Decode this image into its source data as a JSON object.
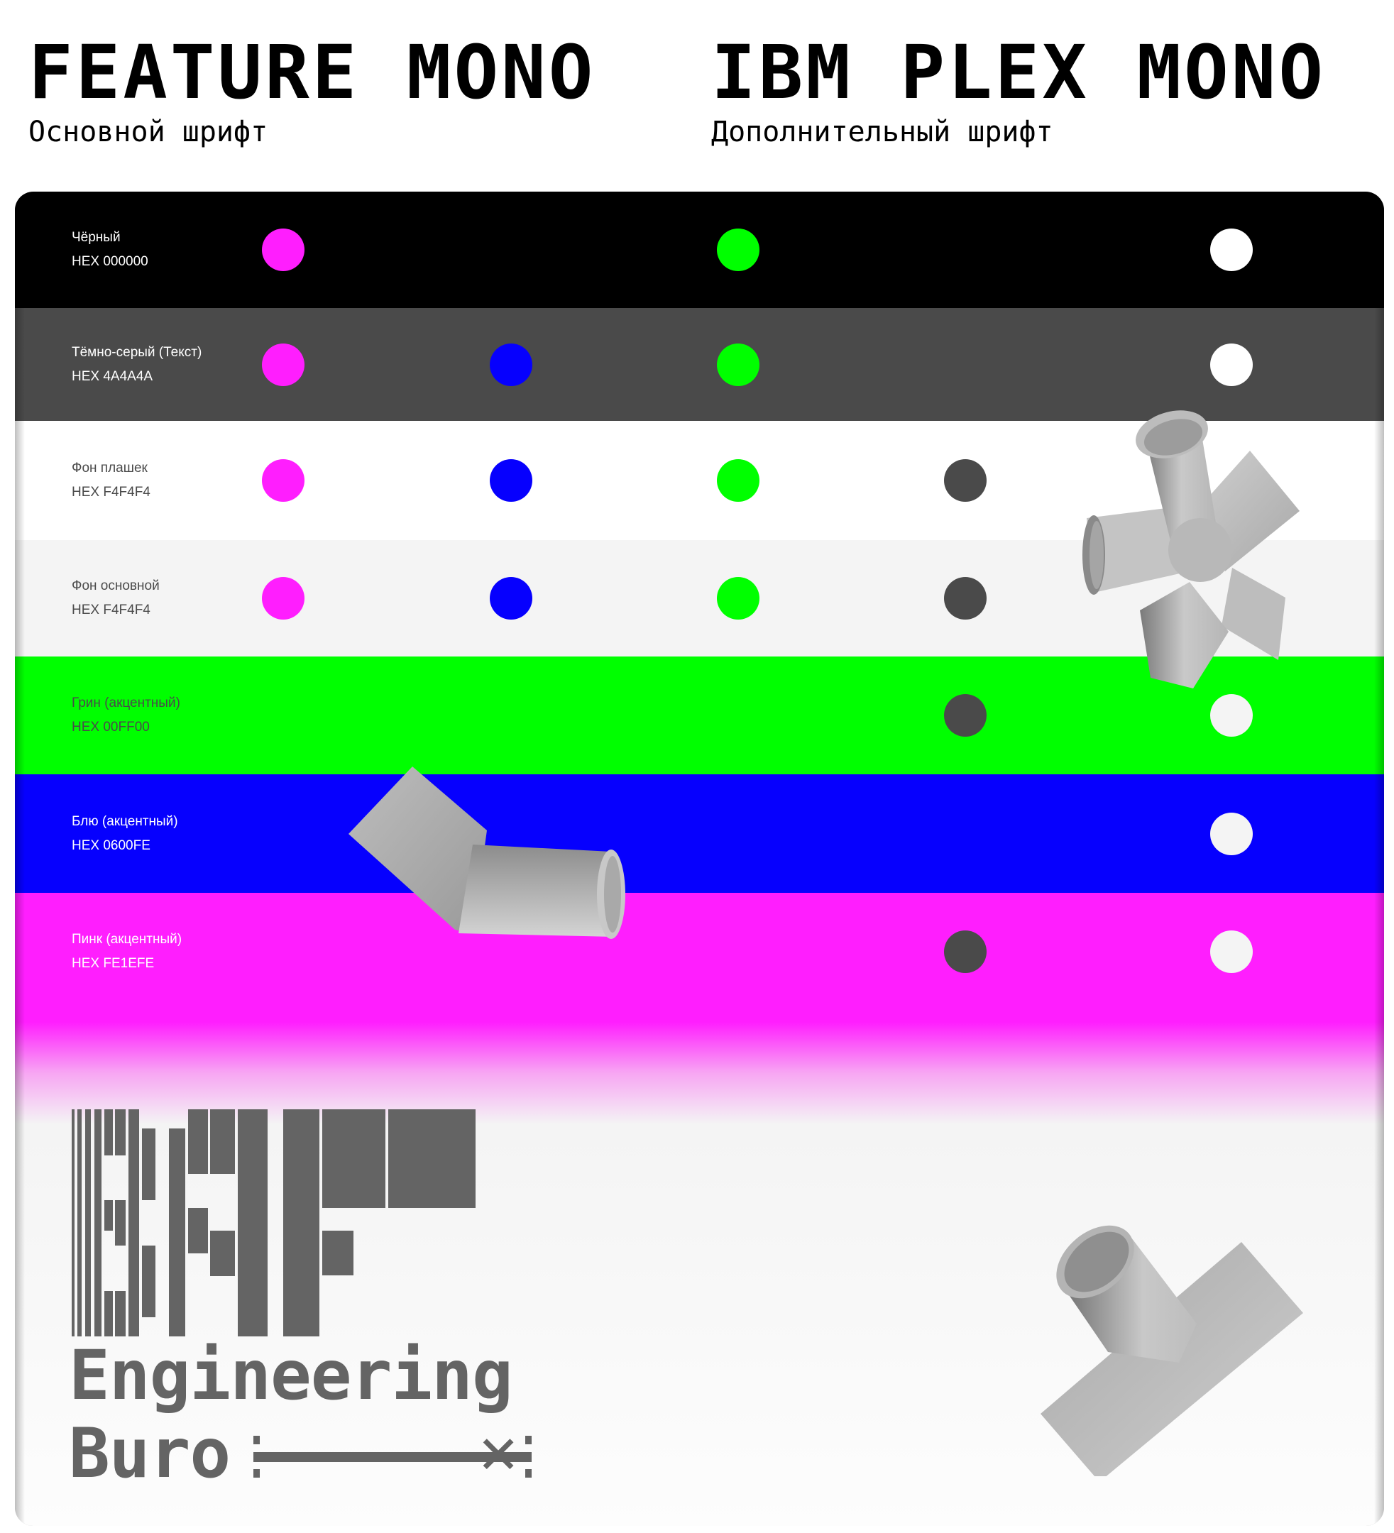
{
  "fonts": {
    "primary": {
      "name": "FEATURE MONO",
      "caption": "Основной шрифт"
    },
    "secondary": {
      "name": "IBM PLEX MONO",
      "caption": "Дополнительный шрифт"
    }
  },
  "palette": [
    {
      "name": "Чёрный",
      "hex_label": "HEX  000000",
      "bg": "#000000",
      "text_color": "#ffffff",
      "dots": [
        "#ff1efe",
        null,
        "#00ff00",
        null,
        "#ffffff"
      ]
    },
    {
      "name": "Тёмно-серый (Текст)",
      "hex_label": "HEX  4A4A4A",
      "bg": "#4a4a4a",
      "text_color": "#ffffff",
      "dots": [
        "#ff1efe",
        "#0600fe",
        "#00ff00",
        null,
        "#ffffff"
      ]
    },
    {
      "name": "Фон плашек",
      "hex_label": "HEX  F4F4F4",
      "bg": "#ffffff",
      "text_color": "#4a4a4a",
      "dots": [
        "#ff1efe",
        "#0600fe",
        "#00ff00",
        "#4a4a4a",
        null
      ]
    },
    {
      "name": "Фон основной",
      "hex_label": "HEX  F4F4F4",
      "bg": "#f4f4f4",
      "text_color": "#4a4a4a",
      "dots": [
        "#ff1efe",
        "#0600fe",
        "#00ff00",
        "#4a4a4a",
        null
      ]
    },
    {
      "name": "Грин (акцентный)",
      "hex_label": "HEX  00FF00",
      "bg": "#00ff00",
      "text_color": "#4a4a4a",
      "dots": [
        null,
        null,
        null,
        "#4a4a4a",
        "#f4f4f4"
      ]
    },
    {
      "name": "Блю (акцентный)",
      "hex_label": "HEX  0600FE",
      "bg": "#0600fe",
      "text_color": "#ffffff",
      "dots": [
        null,
        null,
        null,
        null,
        "#f4f4f4"
      ]
    },
    {
      "name": "Пинк (акцентный)",
      "hex_label": "HEX  FE1EFE",
      "bg": "#ff1efe",
      "text_color": "#ffffff",
      "dots": [
        null,
        null,
        null,
        "#4a4a4a",
        "#f4f4f4"
      ]
    }
  ],
  "logo": {
    "line1": "Engineering",
    "line2": "Buro",
    "color": "#646464"
  }
}
